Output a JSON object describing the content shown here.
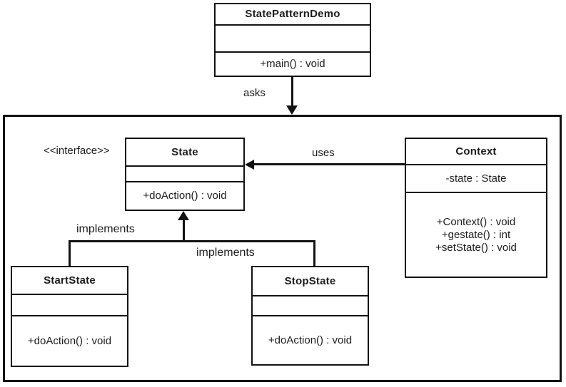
{
  "classes": {
    "state_pattern_demo": {
      "name": "StatePatternDemo",
      "methods": [
        "+main() : void"
      ]
    },
    "state": {
      "stereotype": "<<interface>>",
      "name": "State",
      "methods": [
        "+doAction() : void"
      ]
    },
    "context": {
      "name": "Context",
      "attributes": [
        "-state : State"
      ],
      "methods": [
        "+Context() : void",
        "+gestate() : int",
        "+setState() : void"
      ]
    },
    "start_state": {
      "name": "StartState",
      "methods": [
        "+doAction() : void"
      ]
    },
    "stop_state": {
      "name": "StopState",
      "methods": [
        "+doAction() : void"
      ]
    }
  },
  "relationships": {
    "asks": "asks",
    "uses": "uses",
    "implements_start": "implements",
    "implements_stop": "implements"
  },
  "colors": {
    "line": "#121212",
    "text": "#1c1c1c",
    "background": "#ffffff"
  }
}
